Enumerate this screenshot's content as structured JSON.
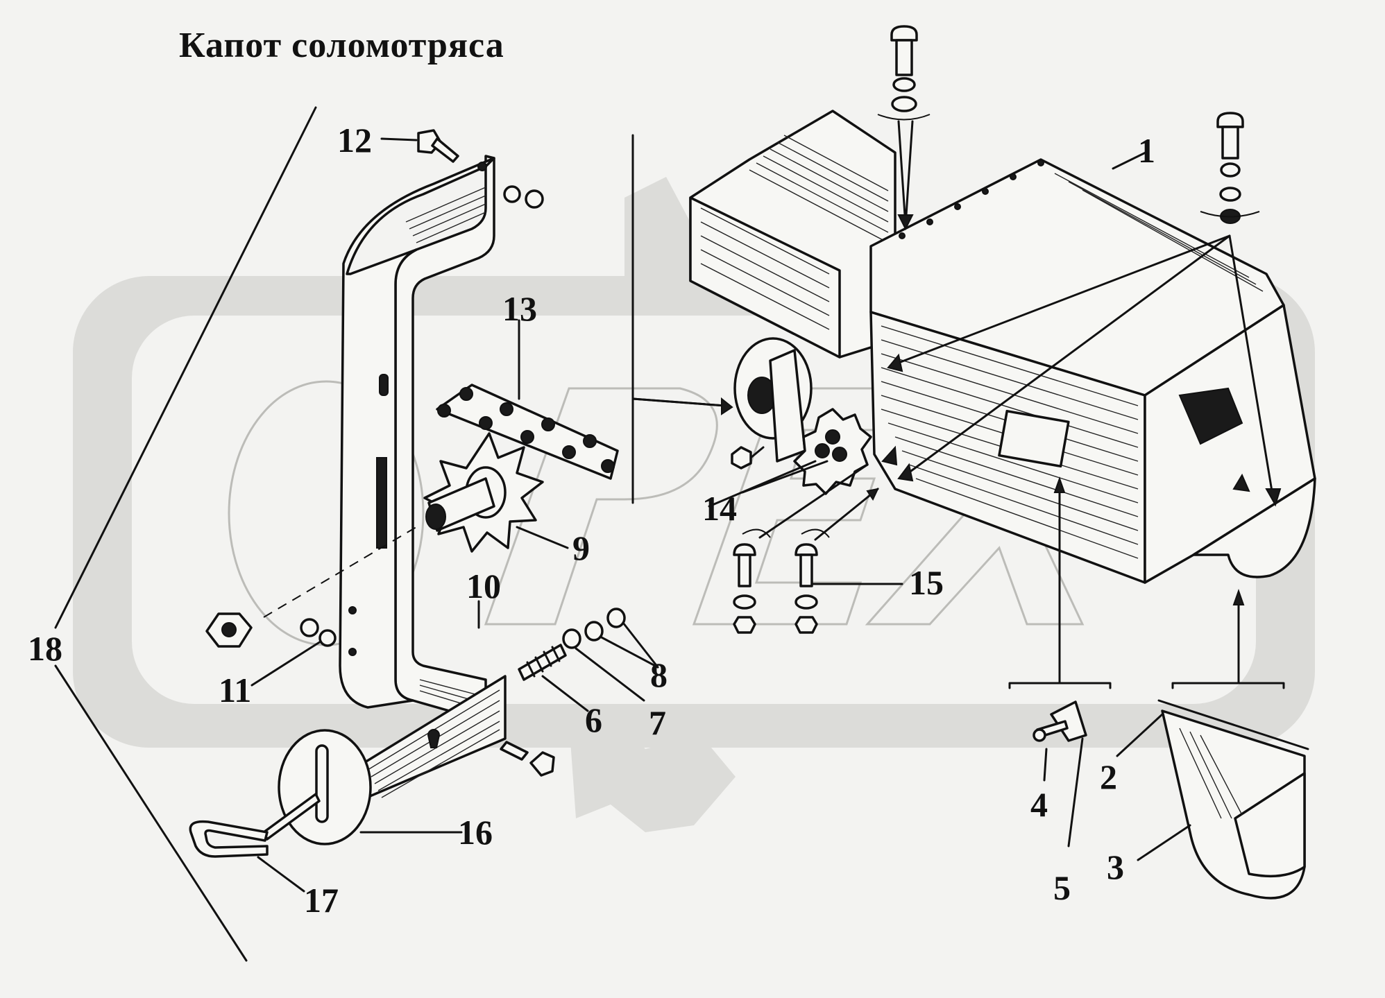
{
  "title": "Капот соломотряса",
  "watermark": "ОРЕХ",
  "callouts": [
    "1",
    "2",
    "3",
    "4",
    "5",
    "6",
    "7",
    "8",
    "9",
    "10",
    "11",
    "12",
    "13",
    "14",
    "15",
    "16",
    "17",
    "18"
  ]
}
